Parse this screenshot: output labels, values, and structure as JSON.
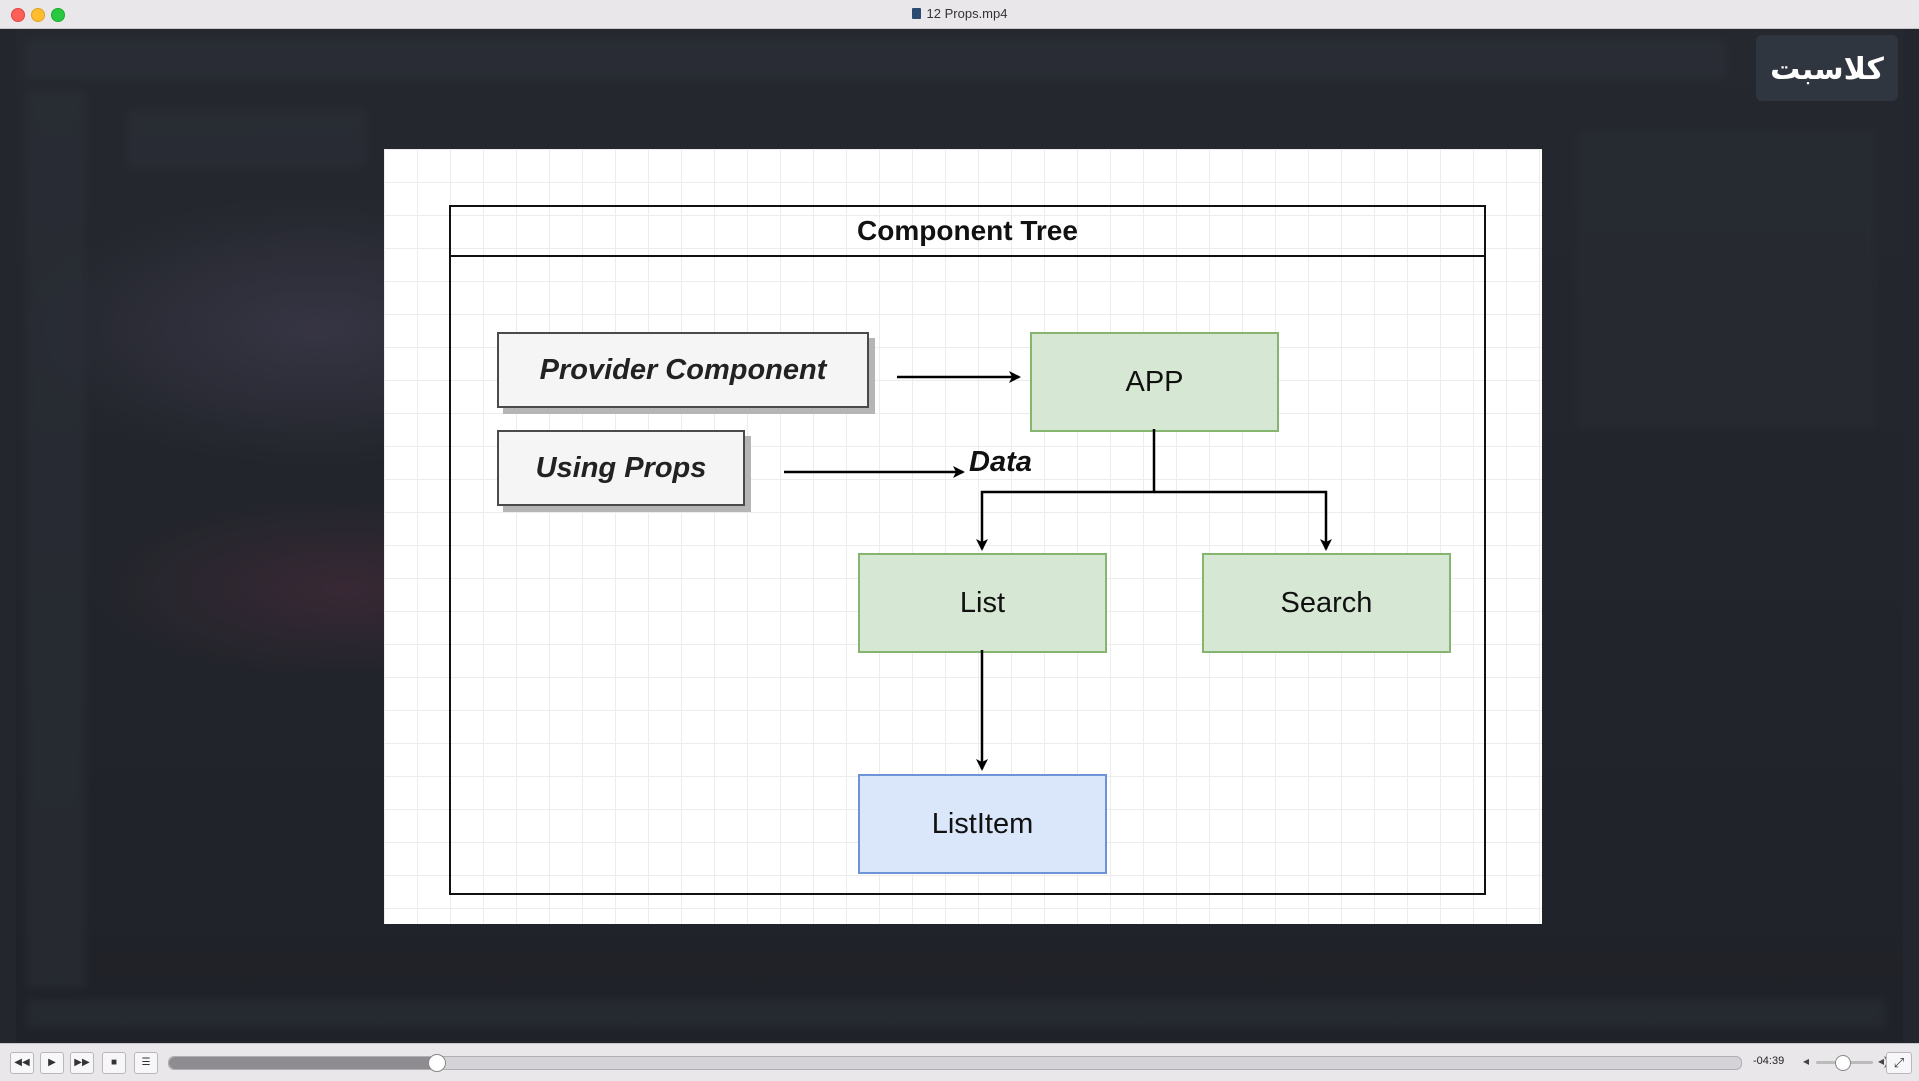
{
  "window": {
    "title": "12 Props.mp4"
  },
  "watermark": {
    "logo_text": "کلاسبت"
  },
  "diagram": {
    "title": "Component Tree",
    "legend": {
      "provider": "Provider Component",
      "props": "Using Props",
      "data_label": "Data"
    },
    "nodes": {
      "app": "APP",
      "list": "List",
      "search": "Search",
      "list_item": "ListItem"
    },
    "colors": {
      "green_fill": "#d6e8d3",
      "green_border": "#85b56f",
      "blue_fill": "#dae7fb",
      "blue_border": "#6e93d8"
    }
  },
  "player": {
    "rewind_icon": "rewind-icon",
    "play_icon": "play-icon",
    "forward_icon": "fast-forward-icon",
    "stop_icon": "stop-icon",
    "playlist_icon": "playlist-icon",
    "progress_fraction": 0.17,
    "time_remaining": "-04:39",
    "volume_fraction": 0.45
  }
}
